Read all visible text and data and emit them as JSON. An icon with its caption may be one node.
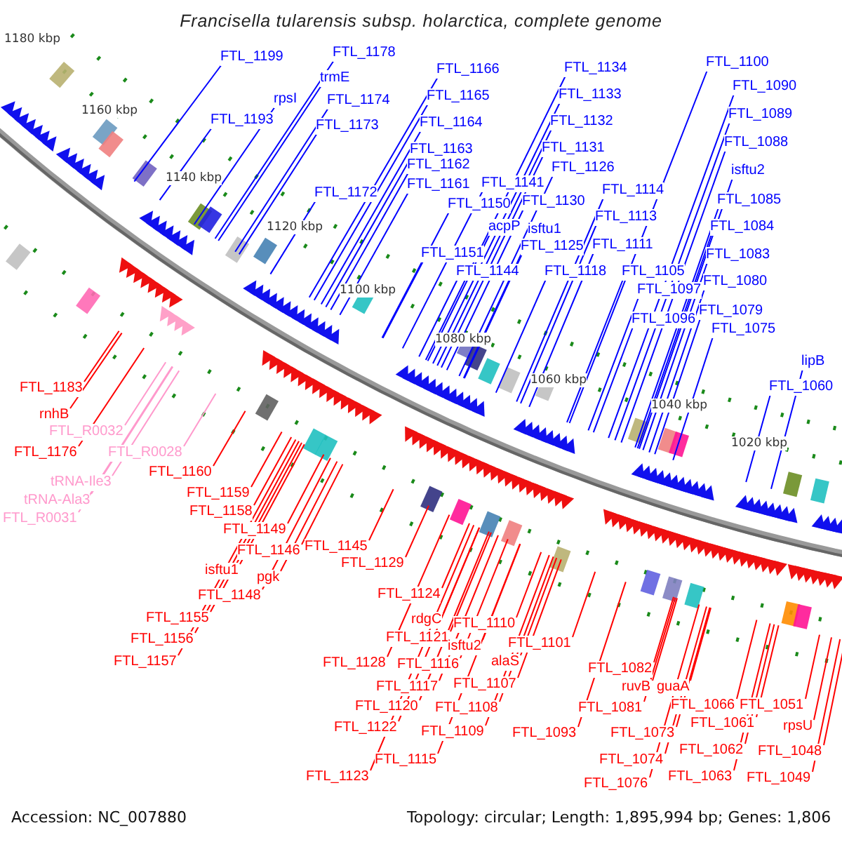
{
  "diagram": {
    "title": "Francisella tularensis subsp. holarctica, complete genome",
    "nodes": [
      {
        "text": [
          "FTL_1199"
        ]
      },
      {
        "text": [
          "FTL_1178"
        ]
      },
      {
        "text": [
          "trmE"
        ]
      },
      {
        "text": [
          "rpsI"
        ]
      },
      {
        "text": [
          "FTL_1174"
        ]
      },
      {
        "text": [
          "FTL_1193"
        ]
      },
      {
        "text": [
          "FTL_1173"
        ]
      },
      {
        "text": [
          "FTL_1172"
        ]
      },
      {
        "text": [
          "FTL_1166"
        ]
      },
      {
        "text": [
          "FTL_1165"
        ]
      },
      {
        "text": [
          "FTL_1164"
        ]
      },
      {
        "text": [
          "FTL_1163"
        ]
      },
      {
        "text": [
          "FTL_1162"
        ]
      },
      {
        "text": [
          "FTL_1161"
        ]
      },
      {
        "text": [
          "FTL_1141"
        ]
      },
      {
        "text": [
          "FTL_1150"
        ]
      },
      {
        "text": [
          "acpP"
        ]
      },
      {
        "text": [
          "FTL_1151"
        ]
      },
      {
        "text": [
          "FTL_1144"
        ]
      },
      {
        "text": [
          "FTL_1134"
        ]
      },
      {
        "text": [
          "FTL_1133"
        ]
      },
      {
        "text": [
          "FTL_1132"
        ]
      },
      {
        "text": [
          "FTL_1131"
        ]
      },
      {
        "text": [
          "FTL_1126"
        ]
      },
      {
        "text": [
          "FTL_1130"
        ]
      },
      {
        "text": [
          "isftu1"
        ]
      },
      {
        "text": [
          "FTL_1125"
        ]
      },
      {
        "text": [
          "FTL_1118"
        ]
      },
      {
        "text": [
          "FTL_1114"
        ]
      },
      {
        "text": [
          "FTL_1113"
        ]
      },
      {
        "text": [
          "FTL_1111"
        ]
      },
      {
        "text": [
          "FTL_1105"
        ]
      },
      {
        "text": [
          "FTL_1100"
        ]
      },
      {
        "text": [
          "FTL_1090"
        ]
      },
      {
        "text": [
          "FTL_1089"
        ]
      },
      {
        "text": [
          "FTL_1088"
        ]
      },
      {
        "text": [
          "isftu2"
        ]
      },
      {
        "text": [
          "FTL_1085"
        ]
      },
      {
        "text": [
          "FTL_1084"
        ]
      },
      {
        "text": [
          "FTL_1083"
        ]
      },
      {
        "text": [
          "FTL_1080"
        ]
      },
      {
        "text": [
          "FTL_1097"
        ]
      },
      {
        "text": [
          "FTL_1079"
        ]
      },
      {
        "text": [
          "FTL_1096"
        ]
      },
      {
        "text": [
          "FTL_1075"
        ]
      },
      {
        "text": [
          "lipB"
        ]
      },
      {
        "text": [
          "FTL_1060"
        ]
      },
      {
        "text": [
          "FTL_1183"
        ]
      },
      {
        "text": [
          "rnhB"
        ]
      },
      {
        "text": [
          "FTL_R0032"
        ]
      },
      {
        "text": [
          "FTL_1176"
        ]
      },
      {
        "text": [
          "FTL_R0028"
        ]
      },
      {
        "text": [
          "FTL_1160"
        ]
      },
      {
        "text": [
          "tRNA-Ile3"
        ]
      },
      {
        "text": [
          "tRNA-Ala3"
        ]
      },
      {
        "text": [
          "FTL_R0031"
        ]
      },
      {
        "text": [
          "FTL_1159"
        ]
      },
      {
        "text": [
          "FTL_1158"
        ]
      },
      {
        "text": [
          "FTL_1149"
        ]
      },
      {
        "text": [
          "FTL_1145"
        ]
      },
      {
        "text": [
          "FTL_1146"
        ]
      },
      {
        "text": [
          "FTL_1129"
        ]
      },
      {
        "text": [
          "isftu1"
        ]
      },
      {
        "text": [
          "pgk"
        ]
      },
      {
        "text": [
          "FTL_1124"
        ]
      },
      {
        "text": [
          "FTL_1148"
        ]
      },
      {
        "text": [
          "FTL_1155"
        ]
      },
      {
        "text": [
          "rdgC"
        ]
      },
      {
        "text": [
          "FTL_1110"
        ]
      },
      {
        "text": [
          "FTL_1121"
        ]
      },
      {
        "text": [
          "FTL_1156"
        ]
      },
      {
        "text": [
          "FTL_1101"
        ]
      },
      {
        "text": [
          "isftu2"
        ]
      },
      {
        "text": [
          "alaS"
        ]
      },
      {
        "text": [
          "FTL_1116"
        ]
      },
      {
        "text": [
          "FTL_1128"
        ]
      },
      {
        "text": [
          "FTL_1157"
        ]
      },
      {
        "text": [
          "FTL_1082"
        ]
      },
      {
        "text": [
          "FTL_1107"
        ]
      },
      {
        "text": [
          "FTL_1117"
        ]
      },
      {
        "text": [
          "ruvB"
        ]
      },
      {
        "text": [
          "guaA"
        ]
      },
      {
        "text": [
          "FTL_1066"
        ]
      },
      {
        "text": [
          "FTL_1051"
        ]
      },
      {
        "text": [
          "FTL_1120"
        ]
      },
      {
        "text": [
          "FTL_1108"
        ]
      },
      {
        "text": [
          "FTL_1081"
        ]
      },
      {
        "text": [
          "FTL_1061"
        ]
      },
      {
        "text": [
          "rpsU"
        ]
      },
      {
        "text": [
          "FTL_1122"
        ]
      },
      {
        "text": [
          "FTL_1109"
        ]
      },
      {
        "text": [
          "FTL_1093"
        ]
      },
      {
        "text": [
          "FTL_1073"
        ]
      },
      {
        "text": [
          "FTL_1062"
        ]
      },
      {
        "text": [
          "FTL_1048"
        ]
      },
      {
        "text": [
          "FTL_1074"
        ]
      },
      {
        "text": [
          "FTL_1115"
        ]
      },
      {
        "text": [
          "FTL_1063"
        ]
      },
      {
        "text": [
          "FTL_1123"
        ]
      },
      {
        "text": [
          "FTL_1049"
        ]
      },
      {
        "text": [
          "FTL_1076"
        ]
      }
    ],
    "edges": [
      {
        "from": 0,
        "to": null,
        "arrow": "none",
        "color": "#0000ff"
      },
      {
        "from": 1,
        "to": null,
        "arrow": "none",
        "color": "#0000ff"
      },
      {
        "from": 2,
        "to": null,
        "arrow": "none",
        "color": "#0000ff"
      },
      {
        "from": 3,
        "to": null,
        "arrow": "none",
        "color": "#0000ff"
      },
      {
        "from": 4,
        "to": null,
        "arrow": "none",
        "color": "#0000ff"
      },
      {
        "from": 5,
        "to": null,
        "arrow": "none",
        "color": "#0000ff"
      },
      {
        "from": 6,
        "to": null,
        "arrow": "none",
        "color": "#0000ff"
      },
      {
        "from": 7,
        "to": null,
        "arrow": "none",
        "color": "#0000ff"
      },
      {
        "from": 8,
        "to": null,
        "arrow": "none",
        "color": "#0000ff"
      },
      {
        "from": 9,
        "to": null,
        "arrow": "none",
        "color": "#0000ff"
      },
      {
        "from": 10,
        "to": null,
        "arrow": "none",
        "color": "#0000ff"
      },
      {
        "from": 11,
        "to": null,
        "arrow": "none",
        "color": "#0000ff"
      },
      {
        "from": 12,
        "to": null,
        "arrow": "none",
        "color": "#0000ff"
      },
      {
        "from": 13,
        "to": null,
        "arrow": "none",
        "color": "#0000ff"
      },
      {
        "from": 14,
        "to": null,
        "arrow": "none",
        "color": "#0000ff"
      },
      {
        "from": 15,
        "to": null,
        "arrow": "none",
        "color": "#0000ff"
      },
      {
        "from": 16,
        "to": null,
        "arrow": "none",
        "color": "#0000ff"
      },
      {
        "from": 17,
        "to": null,
        "arrow": "none",
        "color": "#0000ff"
      },
      {
        "from": 18,
        "to": null,
        "arrow": "none",
        "color": "#0000ff"
      },
      {
        "from": 19,
        "to": null,
        "arrow": "none",
        "color": "#0000ff"
      },
      {
        "from": 20,
        "to": null,
        "arrow": "none",
        "color": "#0000ff"
      },
      {
        "from": 21,
        "to": null,
        "arrow": "none",
        "color": "#0000ff"
      },
      {
        "from": 22,
        "to": null,
        "arrow": "none",
        "color": "#0000ff"
      },
      {
        "from": 23,
        "to": null,
        "arrow": "none",
        "color": "#0000ff"
      },
      {
        "from": 24,
        "to": null,
        "arrow": "none",
        "color": "#0000ff"
      },
      {
        "from": 25,
        "to": null,
        "arrow": "none",
        "color": "#0000ff"
      },
      {
        "from": 26,
        "to": null,
        "arrow": "none",
        "color": "#0000ff"
      },
      {
        "from": 27,
        "to": null,
        "arrow": "none",
        "color": "#0000ff"
      },
      {
        "from": 28,
        "to": null,
        "arrow": "none",
        "color": "#0000ff"
      },
      {
        "from": 29,
        "to": null,
        "arrow": "none",
        "color": "#0000ff"
      },
      {
        "from": 30,
        "to": null,
        "arrow": "none",
        "color": "#0000ff"
      },
      {
        "from": 31,
        "to": null,
        "arrow": "none",
        "color": "#0000ff"
      },
      {
        "from": 32,
        "to": null,
        "arrow": "none",
        "color": "#0000ff"
      },
      {
        "from": 33,
        "to": null,
        "arrow": "none",
        "color": "#0000ff"
      },
      {
        "from": 34,
        "to": null,
        "arrow": "none",
        "color": "#0000ff"
      },
      {
        "from": 35,
        "to": null,
        "arrow": "none",
        "color": "#0000ff"
      },
      {
        "from": 36,
        "to": null,
        "arrow": "none",
        "color": "#0000ff"
      },
      {
        "from": 37,
        "to": null,
        "arrow": "none",
        "color": "#0000ff"
      },
      {
        "from": 38,
        "to": null,
        "arrow": "none",
        "color": "#0000ff"
      },
      {
        "from": 39,
        "to": null,
        "arrow": "none",
        "color": "#0000ff"
      },
      {
        "from": 40,
        "to": null,
        "arrow": "none",
        "color": "#0000ff"
      },
      {
        "from": 41,
        "to": null,
        "arrow": "none",
        "color": "#0000ff"
      },
      {
        "from": 42,
        "to": null,
        "arrow": "none",
        "color": "#0000ff"
      },
      {
        "from": 43,
        "to": null,
        "arrow": "none",
        "color": "#0000ff"
      },
      {
        "from": 44,
        "to": null,
        "arrow": "none",
        "color": "#0000ff"
      },
      {
        "from": 45,
        "to": null,
        "arrow": "none",
        "color": "#0000ff"
      },
      {
        "from": 46,
        "to": null,
        "arrow": "none",
        "color": "#0000ff"
      },
      {
        "from": 47,
        "to": null,
        "arrow": "none"
      },
      {
        "from": 48,
        "to": null,
        "arrow": "none"
      },
      {
        "from": 49,
        "to": null,
        "arrow": "none",
        "color": "#ff99cc"
      },
      {
        "from": 50,
        "to": null,
        "arrow": "none"
      },
      {
        "from": 51,
        "to": null,
        "arrow": "none",
        "color": "#ff99cc"
      },
      {
        "from": 52,
        "to": null,
        "arrow": "none"
      },
      {
        "from": 53,
        "to": null,
        "arrow": "none",
        "color": "#ff99cc"
      },
      {
        "from": 54,
        "to": null,
        "arrow": "none",
        "color": "#ff99cc"
      },
      {
        "from": 55,
        "to": null,
        "arrow": "none",
        "color": "#ff99cc"
      },
      {
        "from": 56,
        "to": null,
        "arrow": "none"
      },
      {
        "from": 57,
        "to": null,
        "arrow": "none"
      },
      {
        "from": 58,
        "to": null,
        "arrow": "none"
      },
      {
        "from": 59,
        "to": null,
        "arrow": "none"
      },
      {
        "from": 60,
        "to": null,
        "arrow": "none"
      },
      {
        "from": 61,
        "to": null,
        "arrow": "none"
      },
      {
        "from": 62,
        "to": null,
        "arrow": "none"
      },
      {
        "from": 63,
        "to": null,
        "arrow": "none"
      },
      {
        "from": 64,
        "to": null,
        "arrow": "none"
      },
      {
        "from": 65,
        "to": null,
        "arrow": "none"
      },
      {
        "from": 66,
        "to": null,
        "arrow": "none"
      },
      {
        "from": 67,
        "to": null,
        "arrow": "none"
      },
      {
        "from": 68,
        "to": null,
        "arrow": "none"
      },
      {
        "from": 69,
        "to": null,
        "arrow": "none"
      },
      {
        "from": 70,
        "to": null,
        "arrow": "none"
      },
      {
        "from": 71,
        "to": null,
        "arrow": "none"
      },
      {
        "from": 72,
        "to": null,
        "arrow": "none"
      },
      {
        "from": 73,
        "to": null,
        "arrow": "none"
      },
      {
        "from": 74,
        "to": null,
        "arrow": "none"
      },
      {
        "from": 75,
        "to": null,
        "arrow": "none"
      },
      {
        "from": 76,
        "to": null,
        "arrow": "none"
      },
      {
        "from": 77,
        "to": null,
        "arrow": "none"
      },
      {
        "from": 78,
        "to": null,
        "arrow": "none"
      },
      {
        "from": 79,
        "to": null,
        "arrow": "none"
      },
      {
        "from": 80,
        "to": null,
        "arrow": "none"
      },
      {
        "from": 81,
        "to": null,
        "arrow": "none"
      },
      {
        "from": 82,
        "to": null,
        "arrow": "none"
      },
      {
        "from": 83,
        "to": null,
        "arrow": "none"
      },
      {
        "from": 84,
        "to": null,
        "arrow": "none"
      },
      {
        "from": 85,
        "to": null,
        "arrow": "none"
      },
      {
        "from": 86,
        "to": null,
        "arrow": "none"
      },
      {
        "from": 87,
        "to": null,
        "arrow": "none"
      },
      {
        "from": 88,
        "to": null,
        "arrow": "none"
      },
      {
        "from": 89,
        "to": null,
        "arrow": "none"
      },
      {
        "from": 90,
        "to": null,
        "arrow": "none"
      },
      {
        "from": 91,
        "to": null,
        "arrow": "none"
      },
      {
        "from": 92,
        "to": null,
        "arrow": "none"
      },
      {
        "from": 93,
        "to": null,
        "arrow": "none"
      },
      {
        "from": 94,
        "to": null,
        "arrow": "none"
      },
      {
        "from": 95,
        "to": null,
        "arrow": "none"
      },
      {
        "from": 96,
        "to": null,
        "arrow": "none"
      },
      {
        "from": 97,
        "to": null,
        "arrow": "none"
      },
      {
        "from": 98,
        "to": null,
        "arrow": "none"
      },
      {
        "from": 99,
        "to": null,
        "arrow": "none"
      },
      {
        "from": 100,
        "to": null,
        "arrow": "none"
      }
    ],
    "labels": [
      "1180 kbp",
      "1160 kbp",
      "1140 kbp",
      "1120 kbp",
      "1100 kbp",
      "1080 kbp",
      "1060 kbp",
      "1040 kbp",
      "1020 kbp",
      "Accession: NC_007880",
      "Topology: circular; Length: 1,895,994 bp; Genes: 1,806"
    ]
  }
}
